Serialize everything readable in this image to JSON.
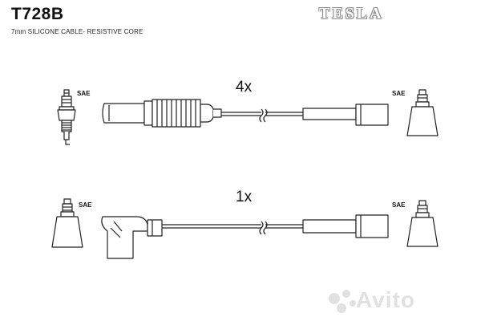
{
  "header": {
    "part_number": "T728B",
    "subtitle": "7mm SILICONE CABLE- RESISTIVE CORE",
    "brand_logo": "TESLA"
  },
  "cables": [
    {
      "quantity": "4x",
      "left_terminal": "SAE",
      "right_terminal": "SAE",
      "left_end": "spark-plug-boot-straight",
      "right_end": "coil-connector-straight"
    },
    {
      "quantity": "1x",
      "left_terminal": "SAE",
      "right_terminal": "SAE",
      "left_end": "spark-plug-boot-angled",
      "right_end": "coil-connector-straight"
    }
  ],
  "watermark": {
    "brand": "Avito",
    "icon": "avito-dots-icon"
  },
  "colors": {
    "line": "#222222",
    "background": "#ffffff",
    "logo_outline": "#8a8a8a",
    "watermark": "#e1e1e1"
  }
}
